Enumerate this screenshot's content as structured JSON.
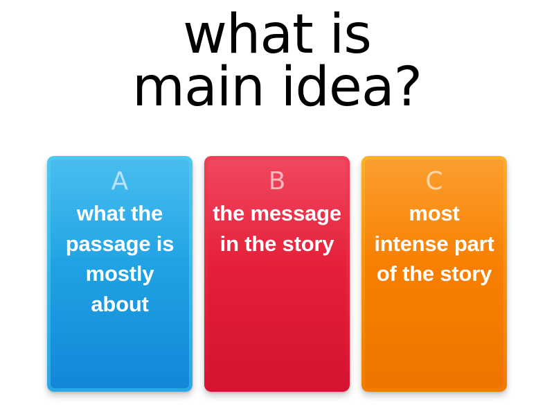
{
  "page": {
    "background_color": "#ffffff"
  },
  "question": {
    "text": "what is\nmain idea?",
    "color": "#000000"
  },
  "answers": [
    {
      "letter": "A",
      "text": "what the passage is mostly about",
      "color": "#1fa3e4",
      "border_color": "#4ec7f0"
    },
    {
      "letter": "B",
      "text": "the message in the story",
      "color": "#e51f39",
      "border_color": "#ef4057"
    },
    {
      "letter": "C",
      "text": "most intense part of the story",
      "color": "#f87f00",
      "border_color": "#fcb12a"
    }
  ]
}
